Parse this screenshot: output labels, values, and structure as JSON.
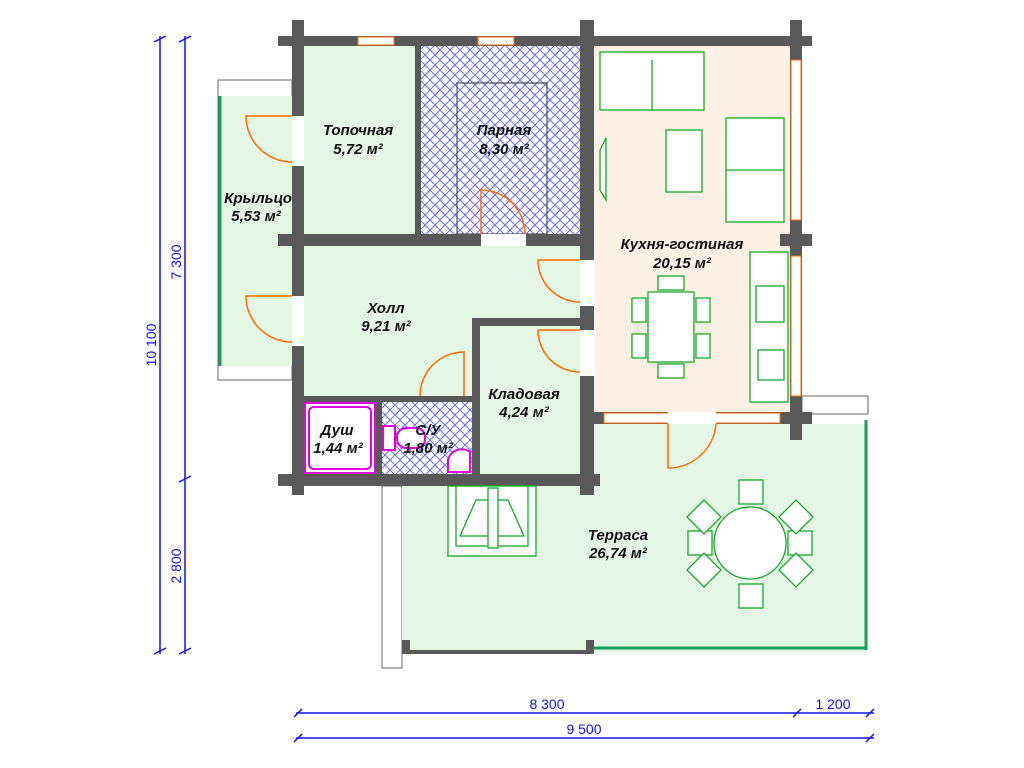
{
  "rooms": [
    {
      "name": "Топочная",
      "area": "5,72 м²"
    },
    {
      "name": "Парная",
      "area": "8,30 м²"
    },
    {
      "name": "Крыльцо",
      "area": "5,53 м²"
    },
    {
      "name": "Кухня-гостиная",
      "area": "20,15 м²"
    },
    {
      "name": "Холл",
      "area": "9,21 м²"
    },
    {
      "name": "Кладовая",
      "area": "4,24 м²"
    },
    {
      "name": "Душ",
      "area": "1,44 м²"
    },
    {
      "name": "С/У",
      "area": "1,80 м²"
    },
    {
      "name": "Терраса",
      "area": "26,74 м²"
    }
  ],
  "dimensions": {
    "total_depth": "10 100",
    "house_depth": "7 300",
    "terrace_depth": "2 800",
    "house_width": "8 300",
    "terrace_extra": "1 200",
    "total_width": "9 500"
  },
  "colors": {
    "wall": "#595959",
    "room": "#e4f6e4",
    "kitchen": "#fdf0e4",
    "steam": "#6a6aee",
    "door": "#ff6a00",
    "dimension": "#1010e0"
  }
}
